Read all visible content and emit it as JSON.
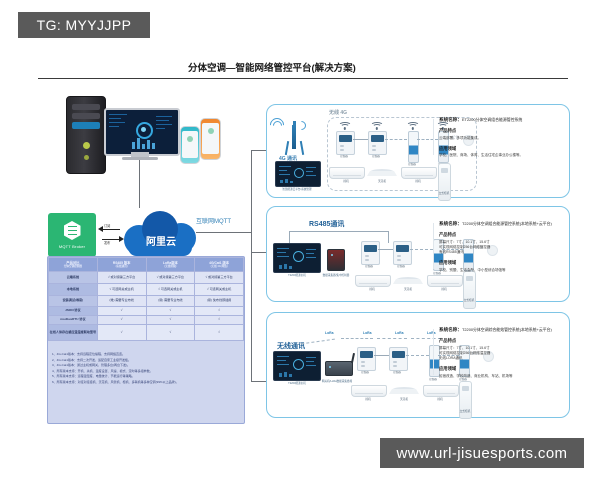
{
  "watermarks": {
    "top_left": "TG: MYYJJPP",
    "bottom_right": "www.url-jisuesports.com"
  },
  "header": {
    "title": "分体空调—智能网络管控平台(解决方案)"
  },
  "left": {
    "broker_label": "MQTT Broker",
    "broker_color": "#2bb673",
    "arrow_up_label": "订阅",
    "arrow_down_label": "发布",
    "cloud_label": "阿里云",
    "cloud_color": "#1a6fc4",
    "link_label": "互联网MQTT"
  },
  "table": {
    "columns": [
      {
        "main": "产品对比",
        "sub": "分体空调控制器"
      },
      {
        "main": "RS485 版本",
        "sub": "(有线通讯)"
      },
      {
        "main": "LoRa版本",
        "sub": "(无线射频)"
      },
      {
        "main": "4G/Cat1 版本",
        "sub": "(无线 4G 网络)"
      }
    ],
    "rows": [
      {
        "label": "云端系统",
        "cells": [
          "√ 或对接第三方平台",
          "√ 或对接第三方平台",
          "√ 或对接第三方平台"
        ]
      },
      {
        "label": "本地系统",
        "cells": [
          "√ 可选网关或主机",
          "√ 可选网关或主机",
          "√ 可选网关或主机"
        ]
      },
      {
        "label": "安装调试(难易)",
        "cells": [
          "(难) 需要专业布线",
          "(易) 需要专业布线",
          "(易) 免布线即插用"
        ]
      },
      {
        "label": "JSON 协议",
        "cells": [
          "√",
          "√",
          "√"
        ]
      },
      {
        "label": "modbusRTU 协议",
        "cells": [
          "√",
          "√",
          "√"
        ]
      },
      {
        "label": "在线人体存在感应温湿度联动型号",
        "cells": [
          "√",
          "√",
          "√"
        ]
      }
    ],
    "notes": [
      "1、4G-Cat1版本：支持远程定位编程，支持网络直连。",
      "2、4G-Cat1版本：支持二次开发，适配自家工业级开发板。",
      "3、4G-Cat1版本：通过主机或网关，管理多台(两台下发)。",
      "4、所有版本支持：开机、关机、温度设置、风速、模式、定时等多组参数。",
      "5、所有版本支持：远程温湿度、电量统计、节能运行等策略。",
      "6、所有版本支持：对接对接挂机、天花机、风管机、柜机、多联机等多种空调(99%以上品牌)。"
    ]
  },
  "panels": [
    {
      "tag": "无线 4G",
      "tower_caption": "4G 通讯",
      "thumb_caption": "智慧能源云平台/系统管理",
      "devices": [
        {
          "caption": "挂机"
        },
        {
          "caption": "天花机"
        },
        {
          "caption": "挂机"
        },
        {
          "caption": "立式柜机"
        }
      ],
      "controller_caption": "控制器",
      "system_title": "系统名称：",
      "system_name": "ET2200分体空调组合能源管控系统",
      "feature_heading": "产品特点",
      "feature_body": "云端部署、多项功能集成。",
      "application_heading": "应用领域",
      "application_body": "学校、医院、商场、体育、生活住宅企事业办公楼等。"
    },
    {
      "tag": "RS485通讯",
      "thumb_caption": "T2200能源主机",
      "gateway_caption": "数据采集器/集中控制器",
      "devices": [
        {
          "caption": "挂机"
        },
        {
          "caption": "天花机"
        },
        {
          "caption": "挂机"
        },
        {
          "caption": "立式柜机"
        }
      ],
      "controller_caption": "控制器",
      "system_title": "系统名称：",
      "system_name": "T2200分体空调组合能源管控系统(本地系统+云平台)",
      "feature_heading": "产品特点",
      "feature_body": "屏幕尺寸：7寸、10.1寸、15.6寸\n可实现网络控制256台网络管控器\n有线RS485通讯",
      "application_heading": "应用领域",
      "application_body": "学校、别墅、生活会所、中小型综合场馆等"
    },
    {
      "tag": "无线通讯",
      "thumb_caption": "T2200能源主机",
      "gateway_caption": "网关机/LoRa数据采集终端",
      "lora_labels": [
        "LoRa",
        "LoRa",
        "LoRa",
        "LoRa"
      ],
      "devices": [
        {
          "caption": "挂机"
        },
        {
          "caption": "天花机"
        },
        {
          "caption": "挂机"
        },
        {
          "caption": "立式柜机"
        }
      ],
      "controller_caption": "控制器",
      "system_title": "系统名称：",
      "system_name": "T2200分体空调综合能效管控系统(本地系统+云平台)",
      "feature_heading": "产品特点",
      "feature_body": "屏幕尺寸：7寸、10.1寸、15.6寸\n可实现网络控制256台网络温控器\n无线LORA通讯",
      "application_heading": "应用领域",
      "application_body": "民宿改造、学校改造、商业机构、车站、机场等"
    }
  ]
}
